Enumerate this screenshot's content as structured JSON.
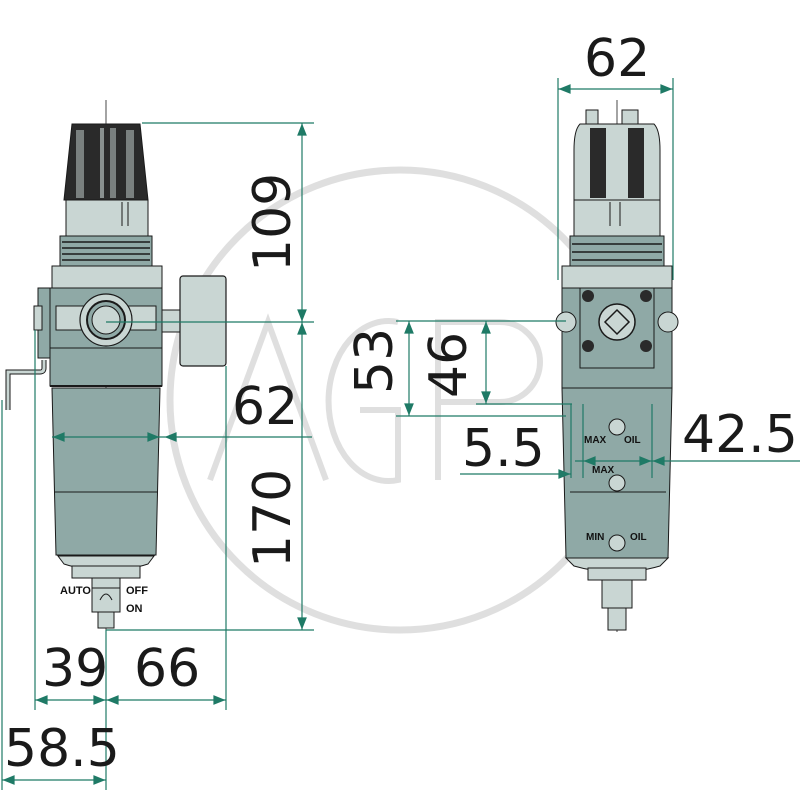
{
  "colors": {
    "dimension_line": "#1f7a66",
    "body_dark": "#8fa9a6",
    "body_light": "#c9d6d3",
    "outline": "#1a1a1a",
    "knob_dark": "#2a2a2a",
    "watermark": "#dcdcdc"
  },
  "watermark": {
    "text": "AGP"
  },
  "front_view": {
    "dimensions": {
      "total_top_height": "109",
      "body_width": "62",
      "lower_height": "170",
      "left_offset": "39",
      "right_offset": "66",
      "bracket_offset": "58.5"
    },
    "drain_labels": {
      "auto": "AUTO",
      "off": "OFF",
      "on": "ON"
    }
  },
  "side_view": {
    "dimensions": {
      "top_width": "62",
      "port_height_outer": "53",
      "port_height_inner": "46",
      "slot_offset": "5.5",
      "slot_spacing": "42.5"
    },
    "oil_labels": {
      "max_top": "MAX",
      "oil_top": "OIL",
      "max_mid": "MAX",
      "min_bottom": "MIN",
      "oil_bottom": "OIL"
    }
  }
}
